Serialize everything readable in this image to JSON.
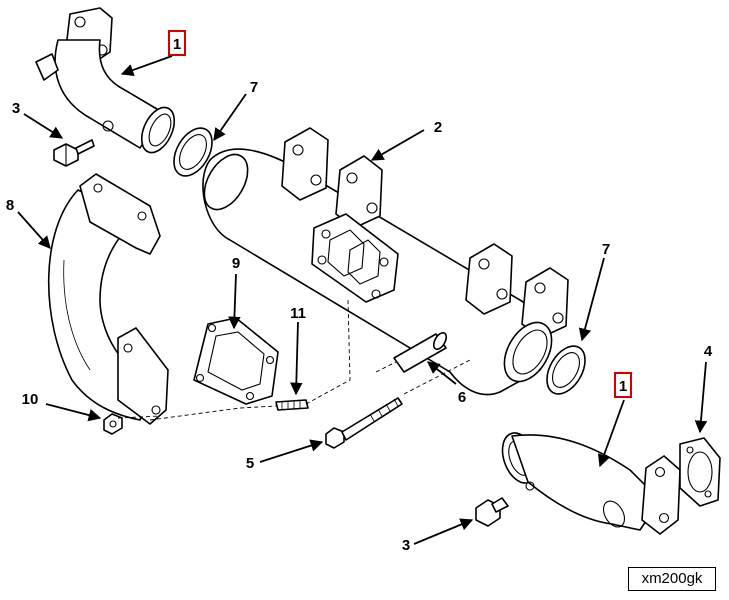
{
  "figure_id": "xm200gk",
  "callouts": {
    "c1_top": "1",
    "c1_bottom": "1",
    "c2": "2",
    "c3_top": "3",
    "c3_bottom": "3",
    "c4": "4",
    "c5": "5",
    "c6": "6",
    "c7_top": "7",
    "c7_right": "7",
    "c8": "8",
    "c9": "9",
    "c10": "10",
    "c11": "11"
  },
  "highlight_color": "#d40000"
}
